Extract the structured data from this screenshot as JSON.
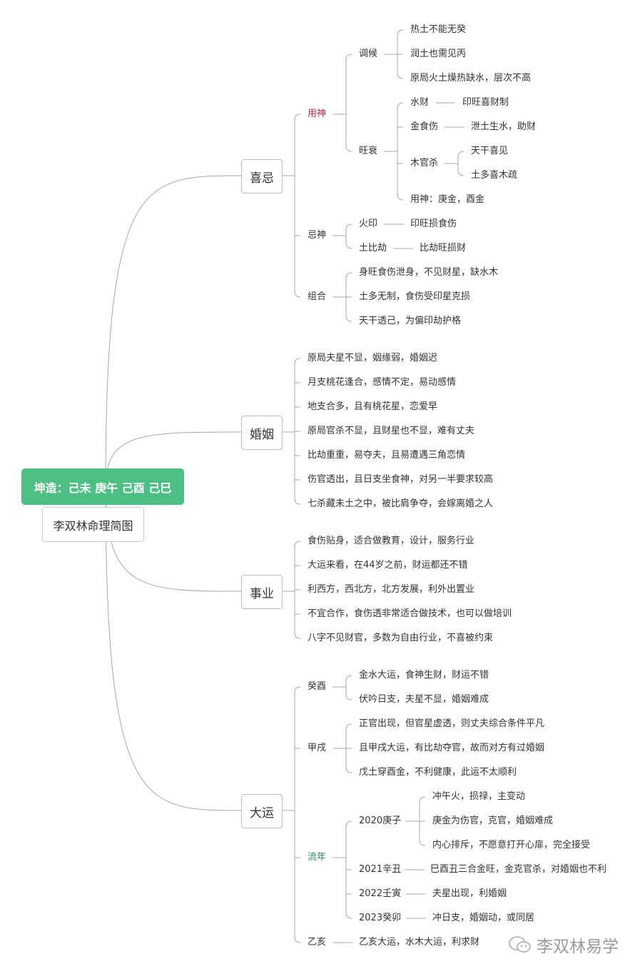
{
  "root": {
    "title": "坤造：己未 庚午 己酉 己巳",
    "subtitle": "李双林命理简图"
  },
  "xiji": {
    "label": "喜忌",
    "yongshen": {
      "label": "用神",
      "tiaohou": {
        "label": "调候",
        "items": [
          "热土不能无癸",
          "润土也需见丙",
          "原局火土燥热缺水，层次不高"
        ]
      },
      "wangshuai": {
        "label": "旺衰",
        "shuicai": {
          "label": "水财",
          "note": "印旺喜财制"
        },
        "jinshishang": {
          "label": "金食伤",
          "note": "泄土生水，助财"
        },
        "muguansha": {
          "label": "木官杀",
          "items": [
            "天干喜见",
            "土多喜木疏"
          ]
        },
        "yongshen_note": "用神：庚金，酉金"
      }
    },
    "jishen": {
      "label": "忌神",
      "huoyin": {
        "label": "火印",
        "note": "印旺损食伤"
      },
      "tubijie": {
        "label": "土比劫",
        "note": "比劫旺损财"
      }
    },
    "zuhe": {
      "label": "组合",
      "items": [
        "身旺食伤泄身，不见财星，缺水木",
        "土多无制，食伤受印星克损",
        "天干透己，为偏印劫护格"
      ]
    }
  },
  "hunyin": {
    "label": "婚姻",
    "items": [
      "原局夫星不显，姻缘弱，婚姻迟",
      "月支桃花逢合，感情不定，易动感情",
      "地支合多，且有桃花星，恋爱早",
      "原局官杀不显，且财星也不显，难有丈夫",
      "比劫重重，易夺夫，且易遭遇三角恋情",
      "伤官透出，且日支坐食神，对另一半要求较高",
      "七杀藏未土之中，被比肩争夺，会嫁离婚之人"
    ]
  },
  "shiye": {
    "label": "事业",
    "items": [
      "食伤贴身，适合做教育，设计，服务行业",
      "大运来看，在44岁之前，财运都还不错",
      "利西方，西北方，北方发展，利外出置业",
      "不宜合作，食伤透非常适合做技术，也可以做培训",
      "八字不见财官，多数为自由行业，不喜被约束"
    ]
  },
  "dayun": {
    "label": "大运",
    "guiyou": {
      "label": "癸酉",
      "items": [
        "金水大运，食神生财，财运不错",
        "伏吟日支，夫星不显，婚姻难成"
      ]
    },
    "jiaxu": {
      "label": "甲戌",
      "items": [
        "正官出现，但官星虚透，则丈夫综合条件平凡",
        "且甲戌大运，有比劫夺官，故而对方有过婚姻",
        "戊土穿酉金，不利健康，此运不太顺利"
      ]
    },
    "liunian": {
      "label": "流年",
      "y2020": {
        "label": "2020庚子",
        "items": [
          "冲午火，损禄，主变动",
          "庚金为伤官，克官，婚姻难成",
          "内心排斥，不愿意打开心扉，完全接受"
        ]
      },
      "y2021": {
        "label": "2021辛丑",
        "note": "巳酉丑三合金旺，金克官杀，对婚姻也不利"
      },
      "y2022": {
        "label": "2022壬寅",
        "note": "夫星出现，利婚姻"
      },
      "y2023": {
        "label": "2023癸卯",
        "note": "冲日支，婚姻动，或同居"
      }
    },
    "yihai": {
      "label": "乙亥",
      "note": "乙亥大运，水木大运，利求财"
    }
  },
  "watermark": "李双林易学",
  "colors": {
    "root": "#4cbf82",
    "yongshen": "#c0284a",
    "liunian": "#2e8b57",
    "line": "#9e9e9e"
  }
}
